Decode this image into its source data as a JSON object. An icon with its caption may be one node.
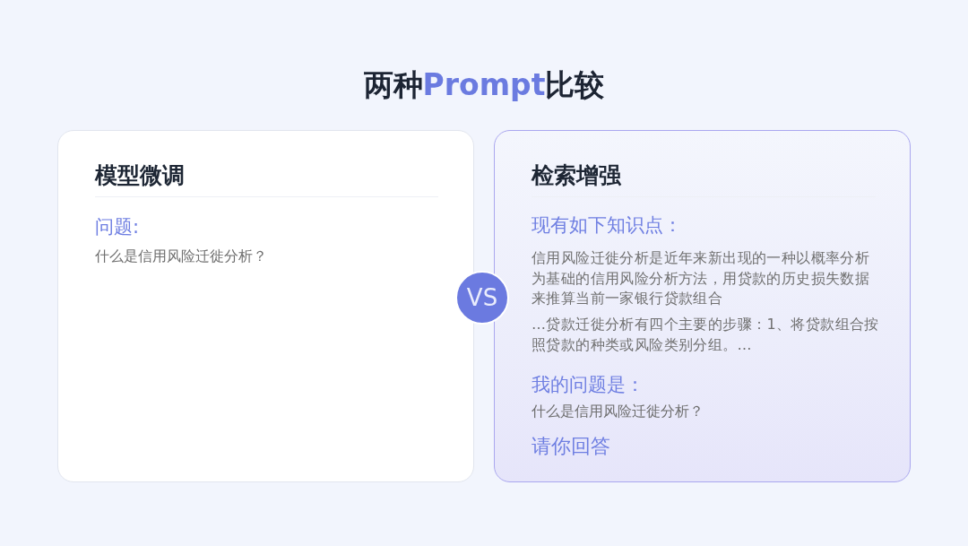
{
  "diagram": {
    "title": "两种**Prompt**比较",
    "nodes": [
      {
        "text": [
          "模型微调",
          "问题:",
          "什么是信用风险迁徙分析？"
        ]
      },
      {
        "text": [
          "VS"
        ]
      },
      {
        "text": [
          "检索增强",
          "现有如下知识点：",
          "信用风险迁徙分析是近年来新出现的一种以概率分析为基础的信用风险分析方法，用贷款的历史损失数据来推算当前一家银行贷款组合",
          "…贷款迁徙分析有四个主要的步骤：1、将贷款组合按照贷款的种类或风险类别分组。…",
          "我的问题是：",
          "什么是信用风险迁徙分析？",
          "请你回答"
        ]
      }
    ]
  }
}
